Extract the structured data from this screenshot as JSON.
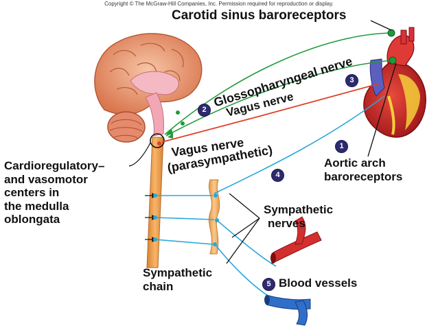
{
  "copyright": "Copyright © The McGraw-Hill Companies, Inc. Permission required for reproduction or display.",
  "labels": {
    "carotid": "Carotid sinus baroreceptors",
    "glosso": "Glossopharyngeal nerve",
    "vagus_sensory": "Vagus nerve",
    "vagus_motor_1": "Vagus nerve",
    "vagus_motor_2": "(parasympathetic)",
    "centers": [
      "Cardioregulatory–",
      "and vasomotor",
      "centers in",
      "the medulla",
      "oblongata"
    ],
    "aortic": [
      "Aortic arch",
      "baroreceptors"
    ],
    "symp_nerves": [
      "Sympathetic",
      "nerves"
    ],
    "symp_chain": [
      "Sympathetic",
      "chain"
    ],
    "blood_vessels": "Blood vessels"
  },
  "steps": [
    "1",
    "2",
    "3",
    "4",
    "5"
  ],
  "colors": {
    "glosso_nerve": "#1f9a3c",
    "vagus_motor": "#e0402a",
    "sympathetic": "#2aa8d8",
    "step_badge": "#2e2a6e",
    "brain": "#e8956f",
    "spinal_cord": "#f0a050",
    "heart_red": "#d8262c",
    "artery": "#d32f2f",
    "vein": "#2f6fc8"
  }
}
